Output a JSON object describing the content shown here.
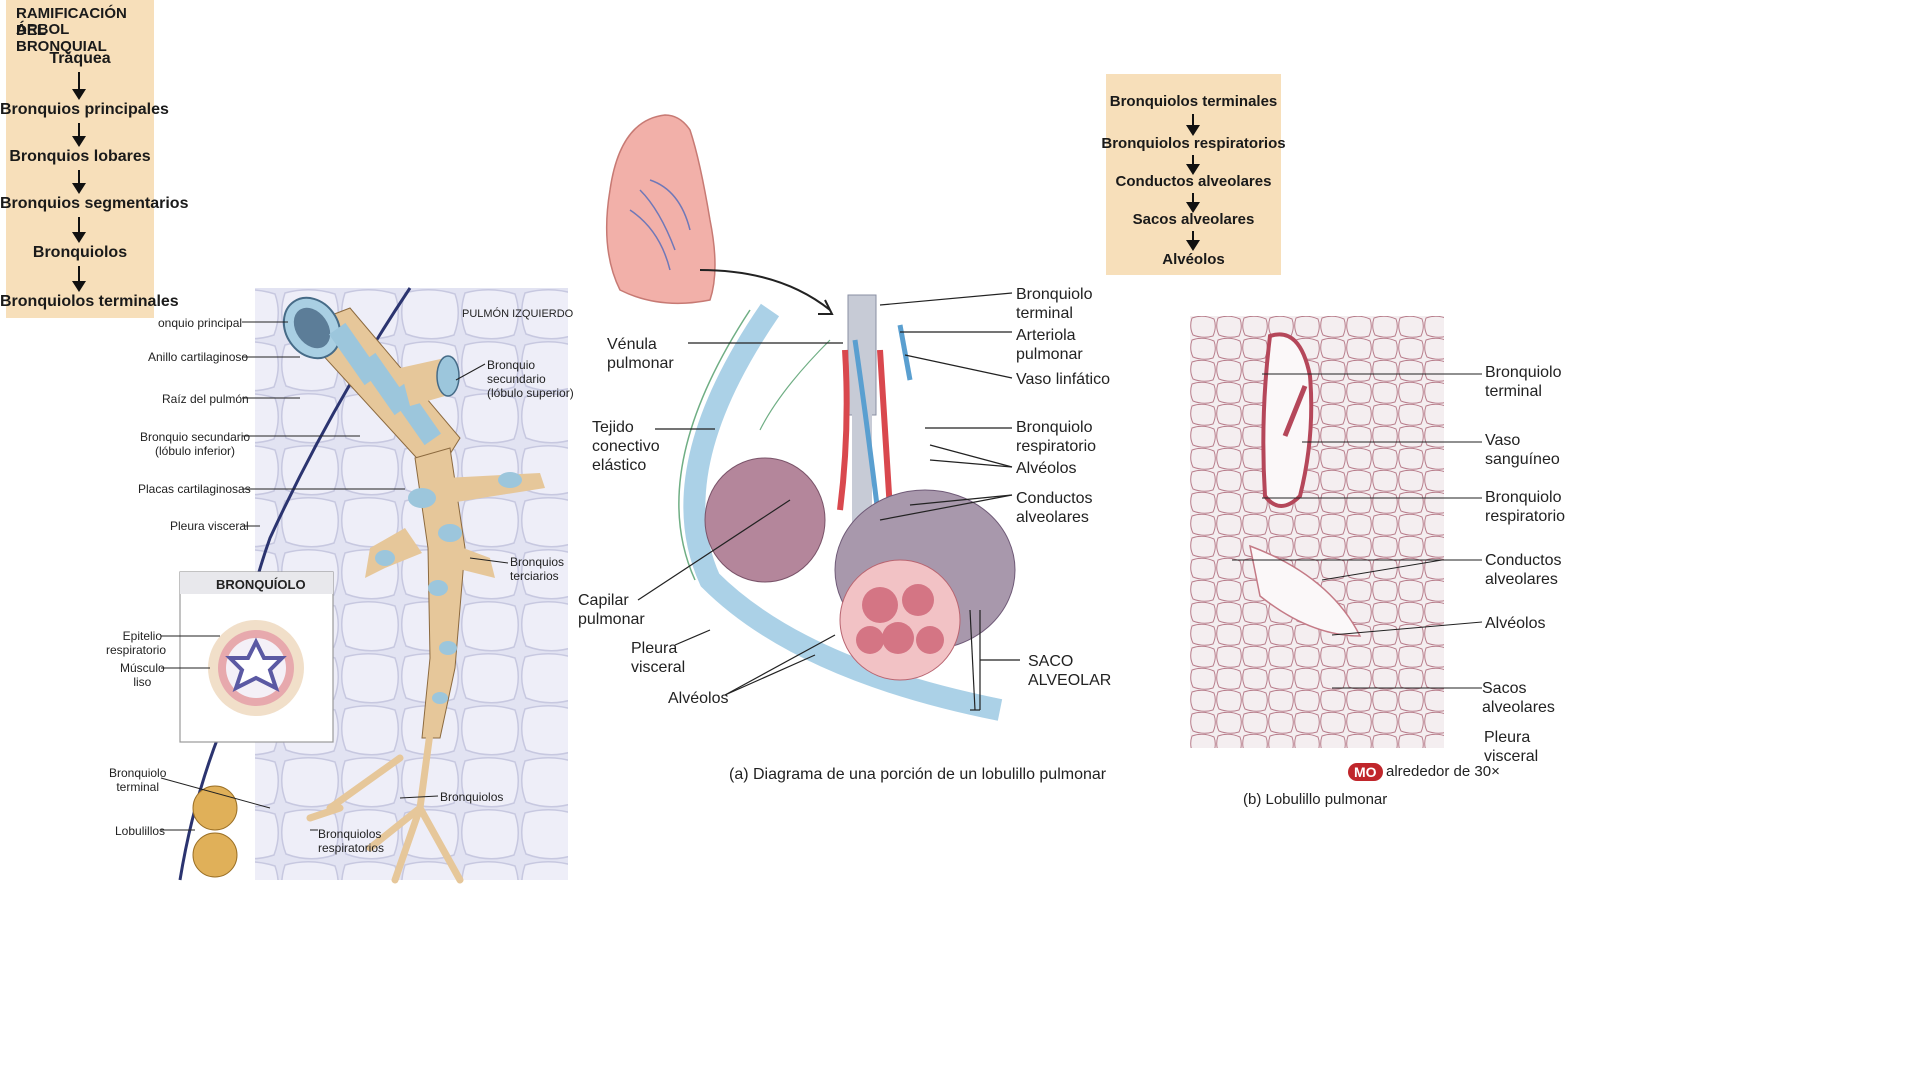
{
  "left_flow": {
    "title_line1": "RAMIFICACIÓN DEL",
    "title_line2": "ÁRBOL BRONQUIAL",
    "items": [
      "Tráquea",
      "Bronquios principales",
      "Bronquios lobares",
      "Bronquios segmentarios",
      "Bronquiolos",
      "Bronquiolos terminales"
    ]
  },
  "right_flow": {
    "items": [
      "Bronquiolos terminales",
      "Bronquiolos respiratorios",
      "Conductos alveolares",
      "Sacos alveolares",
      "Alvéolos"
    ]
  },
  "left_panel": {
    "header": "PULMÓN IZQUIERDO",
    "labels": {
      "bronquio_principal": "onquio principal",
      "anillo": "Anillo cartilaginoso",
      "raiz": "Raíz del pulmón",
      "bronq_sec_inf_1": "Bronquio secundario",
      "bronq_sec_inf_2": "(lóbulo inferior)",
      "placas": "Placas cartilaginosas",
      "pleura": "Pleura visceral",
      "bronq_sec_sup_1": "Bronquio",
      "bronq_sec_sup_2": "secundario",
      "bronq_sec_sup_3": "(lóbulo superior)",
      "terciarios_1": "Bronquios",
      "terciarios_2": "terciarios",
      "inset_title": "BRONQUÍOLO",
      "epitelio_1": "Epitelio",
      "epitelio_2": "respiratorio",
      "musculo_1": "Músculo",
      "musculo_2": "liso",
      "bronquiolo_terminal_1": "Bronquiolo",
      "bronquiolo_terminal_2": "terminal",
      "lobulillos": "Lobulillos",
      "bronquiolos": "Bronquiolos",
      "bronq_resp_1": "Bronquiolos",
      "bronq_resp_2": "respiratorios"
    }
  },
  "center_panel": {
    "labels": {
      "bronquiolo_terminal_1": "Bronquiolo",
      "bronquiolo_terminal_2": "terminal",
      "arteriola_1": "Arteriola",
      "arteriola_2": "pulmonar",
      "vaso_linfatico": "Vaso linfático",
      "bronq_resp_1": "Bronquiolo",
      "bronq_resp_2": "respiratorio",
      "alveolos_r": "Alvéolos",
      "conductos_1": "Conductos",
      "conductos_2": "alveolares",
      "saco_1": "SACO",
      "saco_2": "ALVEOLAR",
      "venula_1": "Vénula",
      "venula_2": "pulmonar",
      "tejido_1": "Tejido",
      "tejido_2": "conectivo",
      "tejido_3": "elástico",
      "capilar_1": "Capilar",
      "capilar_2": "pulmonar",
      "pleura_1": "Pleura",
      "pleura_2": "visceral",
      "alveolos_l": "Alvéolos"
    },
    "caption": "(a) Diagrama de una porción de un lobulillo pulmonar"
  },
  "right_panel": {
    "labels": {
      "bronquiolo_terminal_1": "Bronquiolo",
      "bronquiolo_terminal_2": "terminal",
      "vaso_1": "Vaso",
      "vaso_2": "sanguíneo",
      "bronq_resp_1": "Bronquiolo",
      "bronq_resp_2": "respiratorio",
      "conductos_1": "Conductos",
      "conductos_2": "alveolares",
      "alveolos": "Alvéolos",
      "sacos_1": "Sacos",
      "sacos_2": "alveolares",
      "pleura_1": "Pleura",
      "pleura_2": "visceral"
    },
    "mo_badge": "MO",
    "magnification": "alrededor de 30×",
    "caption": "(b) Lobulillo pulmonar"
  },
  "colors": {
    "flow_bg": "#f7dfba",
    "cartilage": "#9cc6dc",
    "bronchus": "#e9c48a",
    "artery": "#d9484e",
    "vein": "#5a9fd0",
    "alveoli": "#d47584",
    "mo_badge": "#c0262b"
  }
}
